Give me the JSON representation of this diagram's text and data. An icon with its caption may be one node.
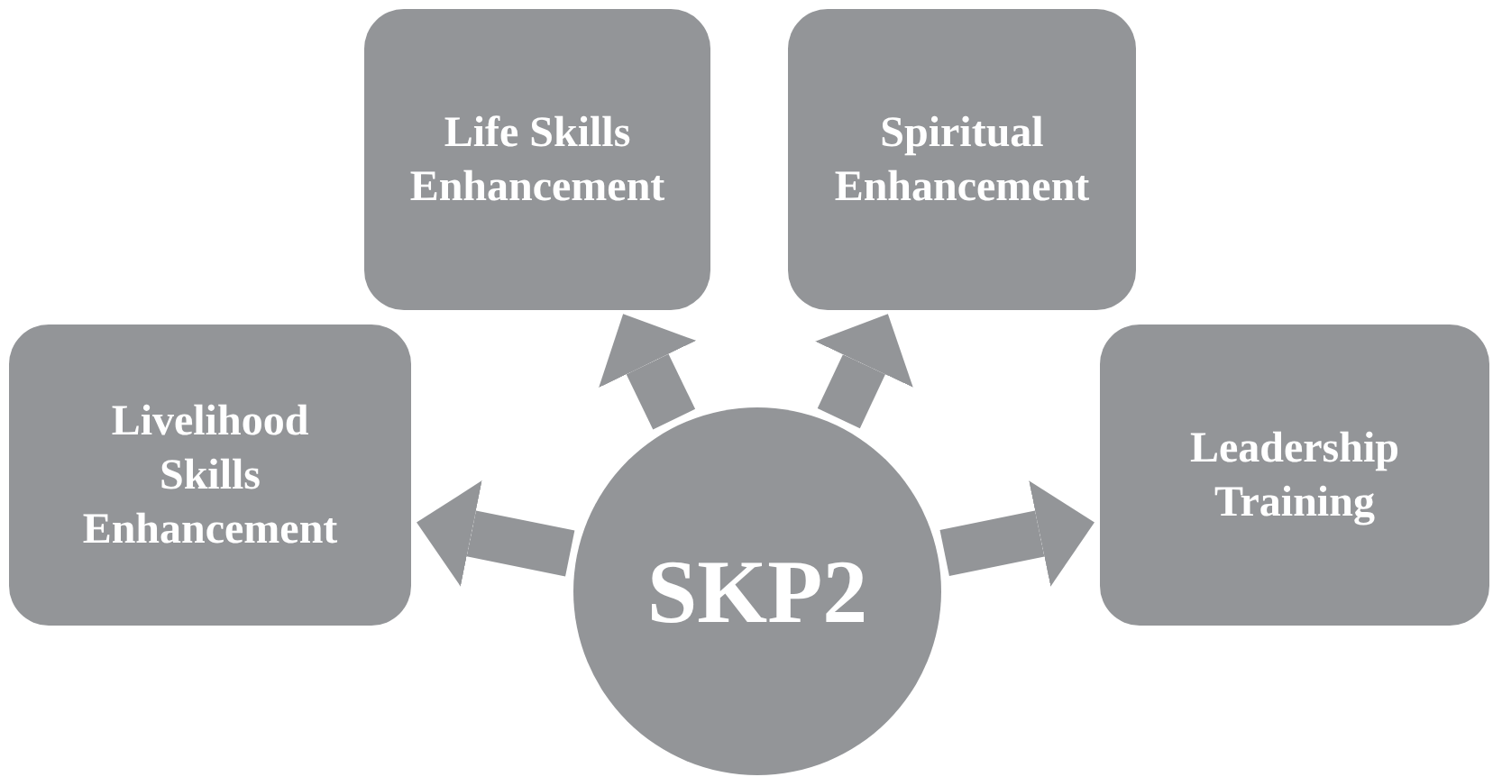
{
  "diagram": {
    "nodes": [
      {
        "text": [
          "SKP2"
        ]
      },
      {
        "text": [
          "Life Skills Enhancement"
        ]
      },
      {
        "text": [
          "Spiritual Enhancement"
        ]
      },
      {
        "text": [
          "Livelihood Skills Enhancement"
        ]
      },
      {
        "text": [
          "Leadership Training"
        ]
      }
    ],
    "edges": [
      {
        "from": 0,
        "to": 1,
        "arrow": "to"
      },
      {
        "from": 0,
        "to": 2,
        "arrow": "to"
      },
      {
        "from": 0,
        "to": 3,
        "arrow": "to"
      },
      {
        "from": 0,
        "to": 4,
        "arrow": "to"
      }
    ]
  }
}
